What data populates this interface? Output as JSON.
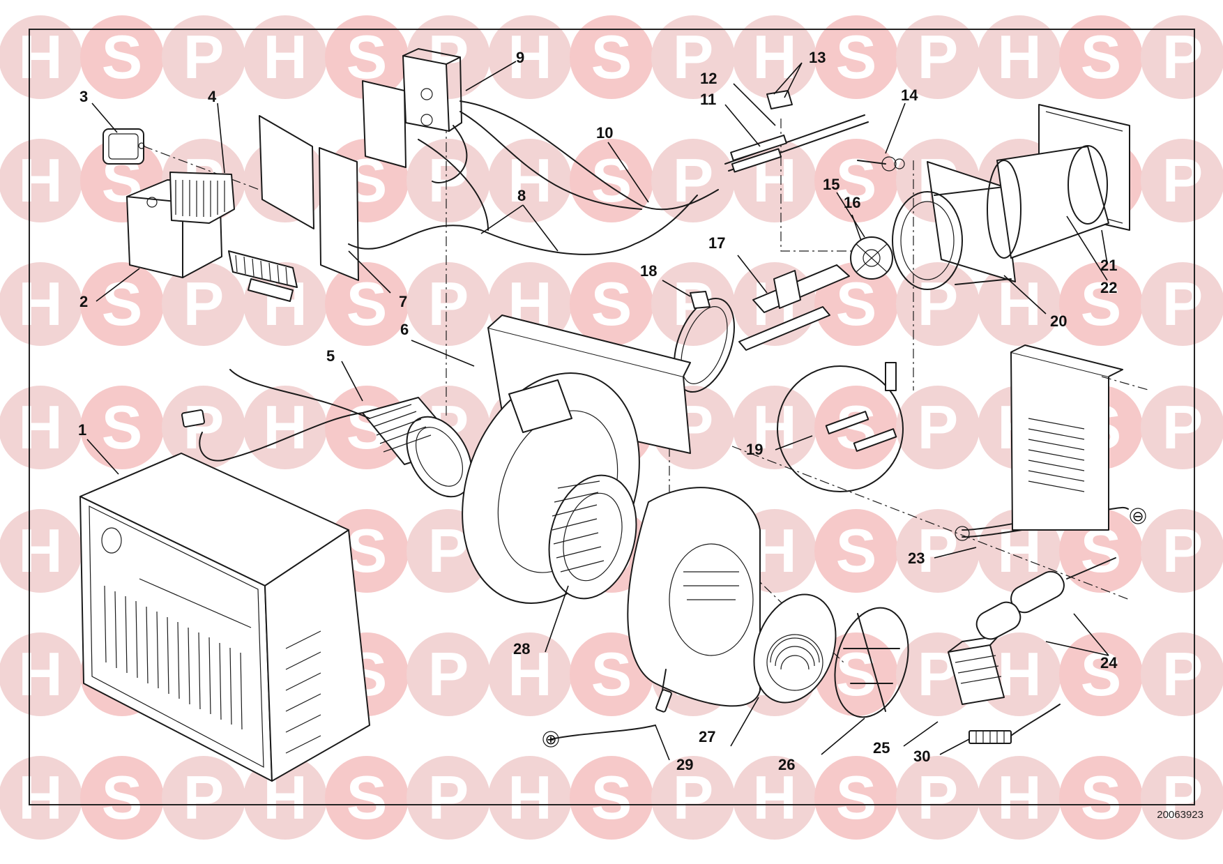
{
  "watermark": {
    "letters": [
      "H",
      "S",
      "P"
    ],
    "circle_color": "#f2d4d4",
    "letter_color": "#ffffff",
    "accent_color": "#f6c9c9"
  },
  "drawing_number": "20063923",
  "callouts": [
    {
      "n": "1"
    },
    {
      "n": "2"
    },
    {
      "n": "3"
    },
    {
      "n": "4"
    },
    {
      "n": "5"
    },
    {
      "n": "6"
    },
    {
      "n": "7"
    },
    {
      "n": "8"
    },
    {
      "n": "9"
    },
    {
      "n": "10"
    },
    {
      "n": "11"
    },
    {
      "n": "12"
    },
    {
      "n": "13"
    },
    {
      "n": "14"
    },
    {
      "n": "15"
    },
    {
      "n": "16"
    },
    {
      "n": "17"
    },
    {
      "n": "18"
    },
    {
      "n": "19"
    },
    {
      "n": "20"
    },
    {
      "n": "21"
    },
    {
      "n": "22"
    },
    {
      "n": "23"
    },
    {
      "n": "24"
    },
    {
      "n": "25"
    },
    {
      "n": "26"
    },
    {
      "n": "27"
    },
    {
      "n": "28"
    },
    {
      "n": "29"
    },
    {
      "n": "30"
    }
  ],
  "symbols": {
    "plus": "⊕",
    "minus": "⊖"
  }
}
